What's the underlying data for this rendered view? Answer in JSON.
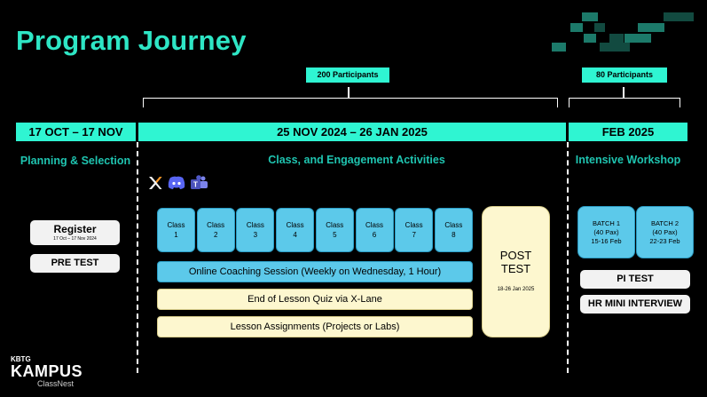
{
  "title": "Program Journey",
  "participants": {
    "main": "200 Participants",
    "workshop": "80 Participants"
  },
  "timeline": {
    "phase1": {
      "dates": "17 OCT – 17 NOV",
      "label": "Planning & Selection"
    },
    "phase2": {
      "dates": "25 NOV 2024 – 26 JAN 2025",
      "label": "Class, and Engagement Activities"
    },
    "phase3": {
      "dates": "FEB 2025",
      "label": "Intensive Workshop"
    }
  },
  "planning": {
    "register_title": "Register",
    "register_dates": "17 Oct – 17 Nov 2024",
    "pretest": "PRE TEST"
  },
  "classes": [
    {
      "label": "Class",
      "num": "1"
    },
    {
      "label": "Class",
      "num": "2"
    },
    {
      "label": "Class",
      "num": "3"
    },
    {
      "label": "Class",
      "num": "4"
    },
    {
      "label": "Class",
      "num": "5"
    },
    {
      "label": "Class",
      "num": "6"
    },
    {
      "label": "Class",
      "num": "7"
    },
    {
      "label": "Class",
      "num": "8"
    }
  ],
  "activities": {
    "coaching": "Online Coaching Session (Weekly on Wednesday, 1 Hour)",
    "quiz": "End of Lesson Quiz via X-Lane",
    "assignments": "Lesson Assignments (Projects or Labs)"
  },
  "posttest": {
    "line1": "POST",
    "line2": "TEST",
    "dates": "18-26 Jan 2025"
  },
  "workshop": {
    "batch1": {
      "name": "BATCH 1",
      "pax": "(40 Pax)",
      "dates": "15-16 Feb"
    },
    "batch2": {
      "name": "BATCH 2",
      "pax": "(40 Pax)",
      "dates": "22-23 Feb"
    },
    "pitest": "PI TEST",
    "interview": "HR MINI INTERVIEW"
  },
  "logo": {
    "small": "KBTG",
    "main": "KAMPUS",
    "sub": "ClassNest"
  },
  "icons": [
    "x-lane-icon",
    "discord-icon",
    "teams-icon"
  ],
  "colors": {
    "accent": "#2ff5d2",
    "title": "#2ee6c5",
    "classBlue": "#5cc9ea",
    "cream": "#fdf7cf"
  }
}
